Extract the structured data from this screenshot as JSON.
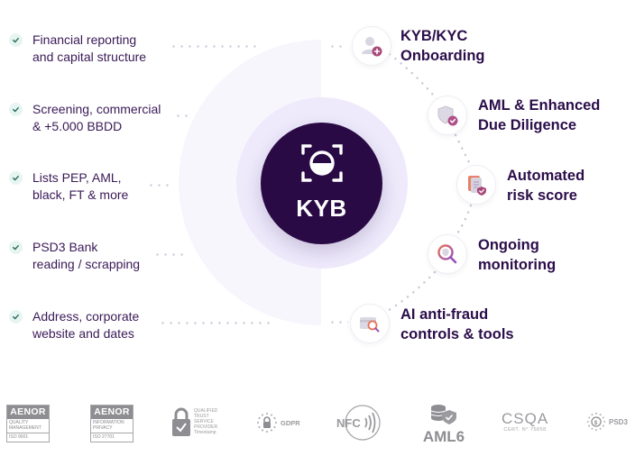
{
  "center": {
    "label": "KYB",
    "icon": "face-scan-icon",
    "color": "#290a45"
  },
  "features": [
    {
      "lines": [
        "Financial reporting",
        "and capital structure"
      ],
      "icon": "check-icon"
    },
    {
      "lines": [
        "Screening, commercial",
        "& +5.000 BBDD"
      ],
      "icon": "check-icon"
    },
    {
      "lines": [
        "Lists PEP, AML,",
        "black, FT & more"
      ],
      "icon": "check-icon"
    },
    {
      "lines": [
        "PSD3 Bank",
        "reading / scrapping"
      ],
      "icon": "check-icon"
    },
    {
      "lines": [
        "Address, corporate",
        "website and dates"
      ],
      "icon": "check-icon"
    }
  ],
  "steps": [
    {
      "lines": [
        "KYB/KYC",
        "Onboarding"
      ],
      "icon": "user-add-icon"
    },
    {
      "lines": [
        "AML & Enhanced",
        "Due Diligence"
      ],
      "icon": "shield-check-icon"
    },
    {
      "lines": [
        "Automated",
        "risk score"
      ],
      "icon": "document-shield-icon"
    },
    {
      "lines": [
        "Ongoing",
        "monitoring"
      ],
      "icon": "magnifier-shield-icon"
    },
    {
      "lines": [
        "AI anti-fraud",
        "controls & tools"
      ],
      "icon": "card-search-icon"
    }
  ],
  "certifications": [
    {
      "name": "AENOR",
      "sub": [
        "QUALITY",
        "MANAGEMENT"
      ],
      "code": "ISO 9001"
    },
    {
      "name": "AENOR",
      "sub": [
        "INFORMATION",
        "PRIVACY"
      ],
      "code": "ISO 27701"
    },
    {
      "name": "Qualified Trust Service Provider",
      "sub": [
        "QUALIFIED",
        "TRUST",
        "SERVICE",
        "PROVIDER",
        "Timestamp"
      ]
    },
    {
      "name": "GDPR"
    },
    {
      "name": "NFC"
    },
    {
      "name": "AML6"
    },
    {
      "name": "CSQA",
      "code": "CERT. N° 75858"
    },
    {
      "name": "PSD3"
    }
  ],
  "colors": {
    "text": "#2b0d4a",
    "accent_orange": "#e8735a",
    "accent_purple": "#9b4fb5",
    "check_bg": "#e6f5f1",
    "check": "#2f6b5c"
  }
}
